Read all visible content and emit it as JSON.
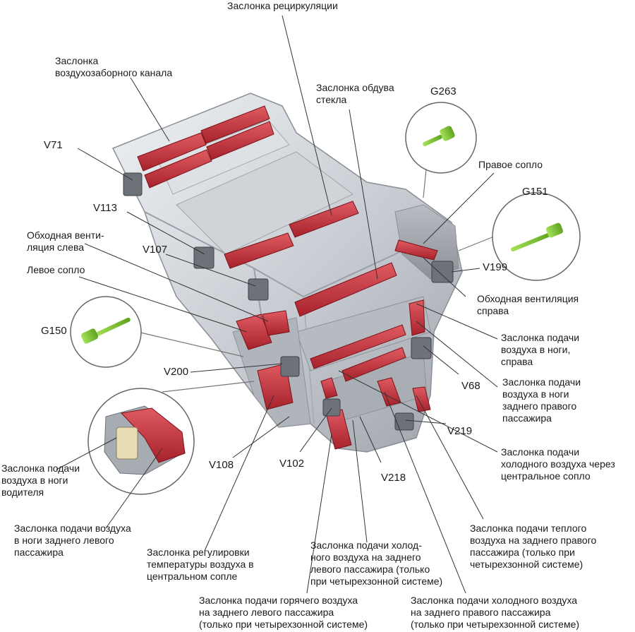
{
  "labels": {
    "recirc_flap": "Заслонка рециркуляции",
    "intake_flap": "Заслонка\nвоздухозаборного канала",
    "defrost_flap": "Заслонка обдува\nстекла",
    "g263": "G263",
    "v71": "V71",
    "right_nozzle": "Правое сопло",
    "g151": "G151",
    "v113": "V113",
    "bypass_left": "Обходная венти-\nляция слева",
    "v107": "V107",
    "left_nozzle": "Левое сопло",
    "v199": "V199",
    "bypass_right": "Обходная вентиляция\nсправа",
    "g150": "G150",
    "foot_right": "Заслонка подачи\nвоздуха в ноги,\nсправа",
    "v200": "V200",
    "v68": "V68",
    "foot_rear_right": "Заслонка подачи\nвоздуха в ноги\nзаднего правого\nпассажира",
    "v219": "V219",
    "cold_center": "Заслонка подачи\nхолодного воздуха через\nцентральное сопло",
    "foot_driver": "Заслонка подачи\nвоздуха в ноги\nводителя",
    "v108": "V108",
    "v102": "V102",
    "v218": "V218",
    "foot_rear_left": "Заслонка подачи воздуха\nв ноги заднего левого\nпассажира",
    "warm_rear_right": "Заслонка подачи теплого\nвоздуха на заднего правого\nпассажира (только при\nчетырехзонной системе)",
    "temp_center": "Заслонка регулировки\nтемпературы воздуха в\nцентральном сопле",
    "cold_rear_left": "Заслонка подачи холод-\nного воздуха на заднего\nлевого пассажира (только\nпри четырехзонной системе)",
    "hot_rear_left": "Заслонка подачи горячего воздуха\nна заднего левого пассажира\n(только при четырехзонной системе)",
    "cold_rear_right": "Заслонка подачи холодного воздуха\nна заднего правого пассажира\n(только при четырехзонной системе)"
  },
  "colors": {
    "flap_red": "#c8323c",
    "housing_gray": "#c9ccd1",
    "sensor_green": "#7ac231",
    "leader_line": "#333333"
  }
}
